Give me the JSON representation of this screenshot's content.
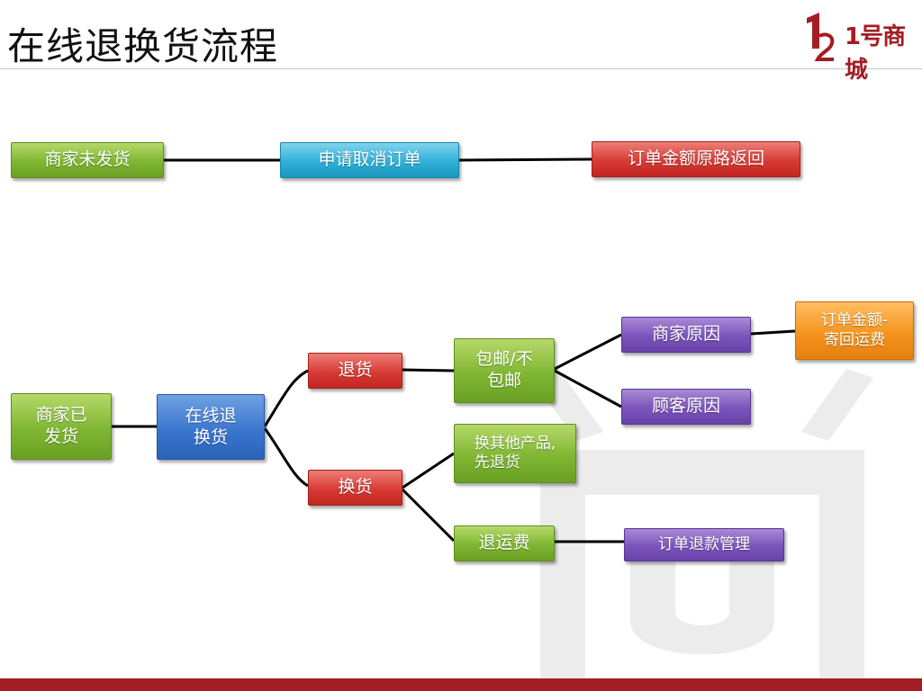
{
  "header": {
    "title": "在线退换货流程",
    "logo_text": "1号商城",
    "brand_color": "#a31d24"
  },
  "diagram": {
    "nodes": {
      "not_shipped": "商家未发货",
      "apply_cancel": "申请取消订单",
      "refund_original": "订单金额原路返回",
      "shipped": "商家已\n发货",
      "online_return_exchange": "在线退\n换货",
      "return_goods": "退货",
      "exchange_goods": "换货",
      "free_shipping": "包邮/不\n包邮",
      "exchange_other": "换其他产品,\n先退货",
      "refund_shipping": "退运费",
      "merchant_reason": "商家原因",
      "customer_reason": "顾客原因",
      "amount_minus_shipping": "订单金额-\n寄回运费",
      "refund_management": "订单退款管理"
    },
    "edges": [
      [
        "not_shipped",
        "apply_cancel"
      ],
      [
        "apply_cancel",
        "refund_original"
      ],
      [
        "shipped",
        "online_return_exchange"
      ],
      [
        "online_return_exchange",
        "return_goods"
      ],
      [
        "online_return_exchange",
        "exchange_goods"
      ],
      [
        "return_goods",
        "free_shipping"
      ],
      [
        "free_shipping",
        "merchant_reason"
      ],
      [
        "free_shipping",
        "customer_reason"
      ],
      [
        "merchant_reason",
        "amount_minus_shipping"
      ],
      [
        "exchange_goods",
        "exchange_other"
      ],
      [
        "exchange_goods",
        "refund_shipping"
      ],
      [
        "refund_shipping",
        "refund_management"
      ]
    ],
    "colors": {
      "green": "#7fb632",
      "blue": "#2fb0d8",
      "dark_blue": "#3b76cf",
      "red": "#d83b35",
      "purple": "#7a54ba",
      "orange": "#f5941e",
      "connector": "#000000"
    }
  }
}
